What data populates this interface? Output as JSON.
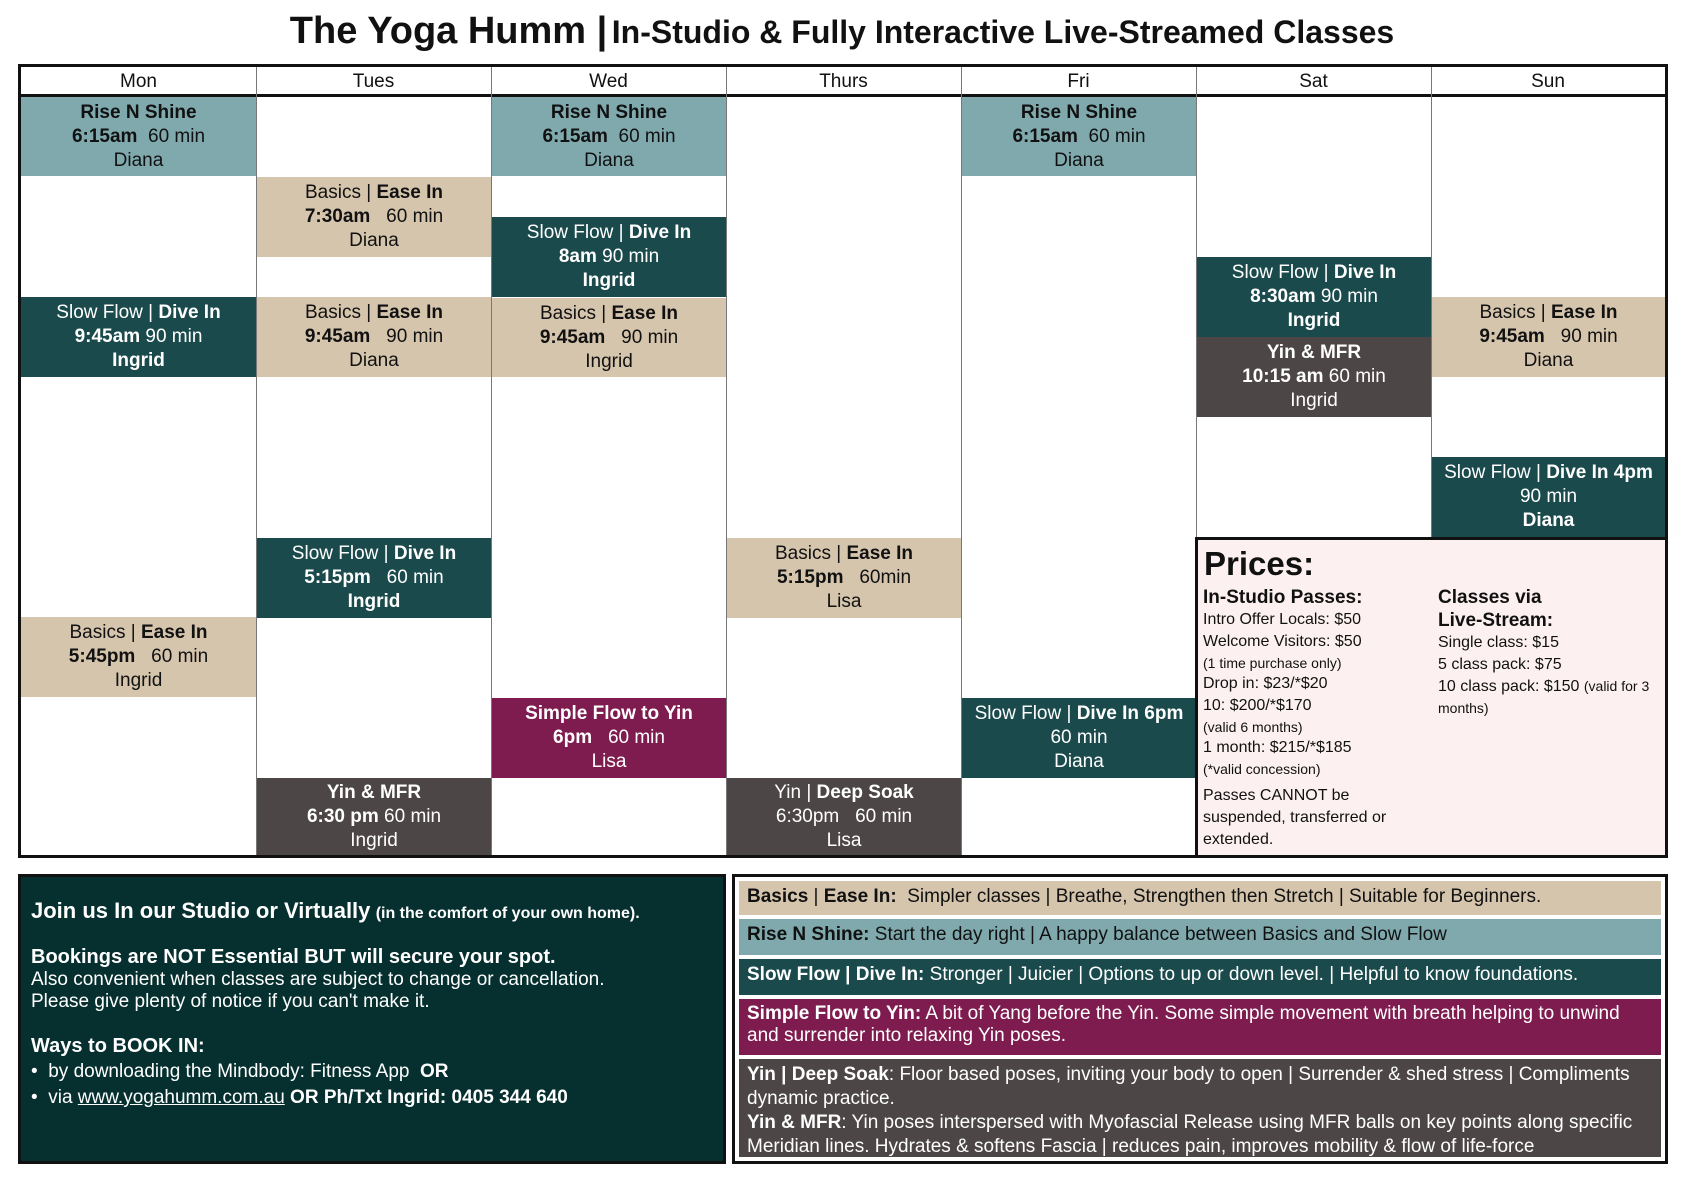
{
  "title": {
    "main": "The Yoga Humm |",
    "sub": "In-Studio & Fully Interactive Live-Streamed Classes"
  },
  "days": [
    "Mon",
    "Tues",
    "Wed",
    "Thurs",
    "Fri",
    "Sat",
    "Sun"
  ],
  "classes": {
    "mon_rise": [
      "Rise N Shine",
      "6:15am",
      "60 min",
      "Diana"
    ],
    "tue_basics1": [
      "Basics",
      "Ease In",
      "7:30am",
      "60 min",
      "Diana"
    ],
    "wed_rise": [
      "Rise N Shine",
      "6:15am",
      "60 min",
      "Diana"
    ],
    "wed_slow": [
      "Slow Flow",
      "Dive In",
      "8am",
      "90 min",
      "Ingrid"
    ],
    "fri_rise": [
      "Rise N Shine",
      "6:15am",
      "60 min",
      "Diana"
    ],
    "sat_slow": [
      "Slow Flow",
      "Dive In",
      "8:30am",
      "90 min",
      "Ingrid"
    ],
    "mon_slow": [
      "Slow Flow",
      "Dive In",
      "9:45am",
      "90 min",
      "Ingrid"
    ],
    "tue_basics2": [
      "Basics",
      "Ease In",
      "9:45am",
      "90 min",
      "Diana"
    ],
    "wed_basics": [
      "Basics",
      "Ease In",
      "9:45am",
      "90 min",
      "Ingrid"
    ],
    "sun_basics": [
      "Basics",
      "Ease In",
      "9:45am",
      "90 min",
      "Diana"
    ],
    "sat_yin": [
      "Yin & MFR",
      "10:15 am",
      "60 min",
      "Ingrid"
    ],
    "sun_slow": [
      "Slow Flow",
      "Dive In 4pm",
      "90 min",
      "Diana"
    ],
    "tue_slow": [
      "Slow Flow",
      "Dive In",
      "5:15pm",
      "60 min",
      "Ingrid"
    ],
    "thu_basics": [
      "Basics",
      "Ease In",
      "5:15pm",
      "60min",
      "Lisa"
    ],
    "mon_basics": [
      "Basics",
      "Ease In",
      "5:45pm",
      "60 min",
      "Ingrid"
    ],
    "wed_simple": [
      "Simple Flow to Yin",
      "6pm",
      "60 min",
      "Lisa"
    ],
    "fri_slow": [
      "Slow Flow",
      "Dive In 6pm",
      "60 min",
      "Diana"
    ],
    "tue_yin": [
      "Yin & MFR",
      "6:30 pm",
      "60 min",
      "Ingrid"
    ],
    "thu_yin": [
      "Yin",
      "Deep Soak",
      "6:30pm",
      "60 min",
      "Lisa"
    ]
  },
  "prices": {
    "heading": "Prices:",
    "studio_heading": "In-Studio Passes:",
    "studio_lines": [
      "Intro Offer Locals: $50",
      "Welcome Visitors: $50",
      "(1 time purchase only)",
      "Drop in: $23/*$20",
      "10: $200/*$170",
      "(valid 6 months)",
      "1 month: $215/*$185",
      "(*valid concession)"
    ],
    "studio_note": "Passes CANNOT be suspended, transferred or extended.",
    "live_heading_1": "Classes via",
    "live_heading_2": "Live-Stream:",
    "live_lines": [
      "Single class: $15",
      "5 class pack: $75",
      "10 class pack: $150"
    ],
    "live_validity": "(valid for 3 months)"
  },
  "info": {
    "join": "Join us In our Studio or Virtually",
    "join_note": "(in the comfort of your own home).",
    "bookings": "Bookings are NOT Essential BUT will secure your spot.",
    "convenient": "Also convenient when classes are subject to change or cancellation.",
    "notice": "Please give plenty of notice if you can't make it.",
    "ways": "Ways to BOOK IN:",
    "way1": "by downloading the Mindbody: Fitness App",
    "way1_or": "OR",
    "way2_pre": "via",
    "website": "www.yogahumm.com.au",
    "way2_post": "OR Ph/Txt Ingrid: 0405 344 640"
  },
  "legend": {
    "basics_name": "Basics",
    "basics_sub": "Ease In:",
    "basics_desc": "Simpler classes | Breathe, Strengthen then Stretch | Suitable for Beginners.",
    "rise_name": "Rise N Shine:",
    "rise_desc": "Start the day right | A happy balance between Basics and Slow Flow",
    "slow_name": "Slow Flow | Dive In:",
    "slow_desc": "Stronger | Juicier | Options to up or down level. | Helpful to know foundations.",
    "simple_name": "Simple Flow to Yin:",
    "simple_desc": "A bit of Yang before the Yin. Some simple movement with breath helping to unwind and surrender into relaxing Yin poses.",
    "yin_name": "Yin | Deep Soak",
    "yin_desc": ": Floor based poses, inviting your body to open | Surrender & shed stress | Compliments dynamic practice.",
    "mfr_name": "Yin & MFR",
    "mfr_desc": ": Yin poses interspersed  with Myofascial Release using MFR balls on key points along specific Meridian lines. Hydrates & softens Fascia | reduces pain, improves mobility & flow of life-force"
  },
  "colors": {
    "basics": "#d5c5ad",
    "rise": "#7fa9ad",
    "slow": "#1b4a4c",
    "yin": "#4d4646",
    "simple": "#7f1c4f",
    "info_bg": "#06302f",
    "prices_bg": "#fcf1f0"
  }
}
